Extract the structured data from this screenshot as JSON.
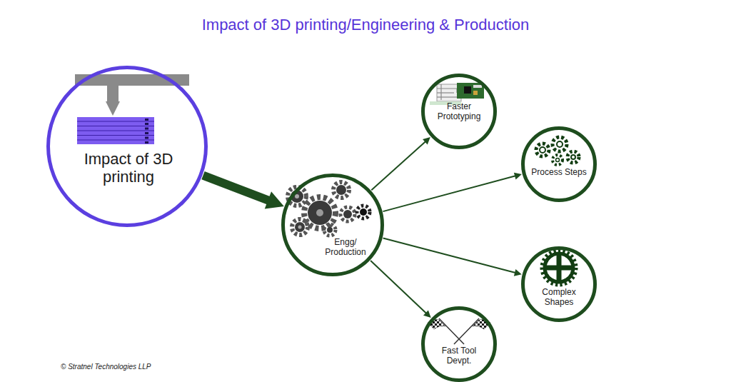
{
  "diagram": {
    "title": "Impact of 3D printing/Engineering & Production",
    "nodes": [
      {
        "text": [
          "Impact of 3D printing"
        ]
      },
      {
        "text": [
          "Engg/ Production"
        ]
      },
      {
        "text": [
          "Faster Prototyping"
        ]
      },
      {
        "text": [
          "Process Steps"
        ]
      },
      {
        "text": [
          "Complex Shapes"
        ]
      },
      {
        "text": [
          "Fast Tool Devpt."
        ]
      }
    ],
    "edges": [
      {
        "from": 0,
        "to": 1,
        "arrow": "to"
      },
      {
        "from": 1,
        "to": 2,
        "arrow": "to"
      },
      {
        "from": 1,
        "to": 3,
        "arrow": "to"
      },
      {
        "from": 1,
        "to": 4,
        "arrow": "to"
      },
      {
        "from": 1,
        "to": 5,
        "arrow": "to"
      }
    ],
    "labels": [
      "© Stratnel Technologies LLP"
    ]
  }
}
